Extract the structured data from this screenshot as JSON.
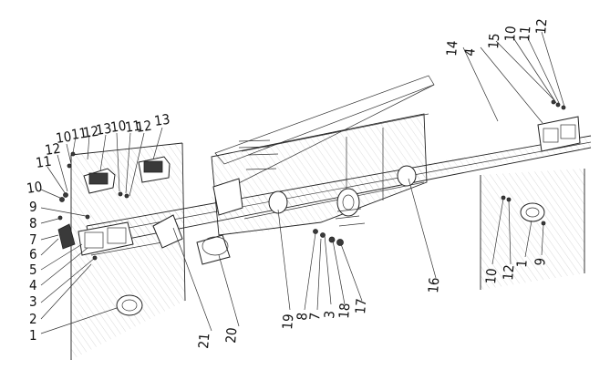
{
  "diagram": {
    "callouts_left_column": [
      "10",
      "11",
      "12",
      "13",
      "13",
      "10",
      "11",
      "12",
      "12",
      "11",
      "10",
      "9",
      "8",
      "7",
      "6",
      "5",
      "4",
      "3",
      "2",
      "1"
    ],
    "callouts_bottom": [
      "21",
      "20",
      "19",
      "8",
      "7",
      "3",
      "18",
      "17",
      "16"
    ],
    "callouts_right_top": [
      "14",
      "4",
      "15",
      "10",
      "11",
      "12"
    ],
    "callouts_right_bottom": [
      "10",
      "12",
      "1",
      "9"
    ]
  }
}
